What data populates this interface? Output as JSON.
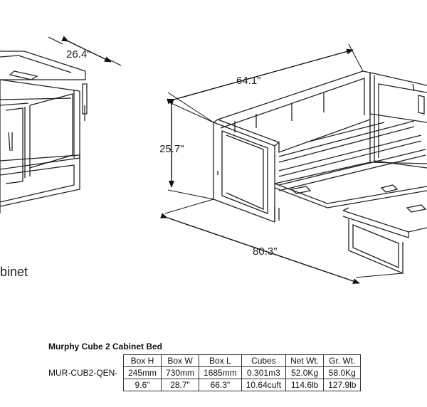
{
  "diagram": {
    "dims": {
      "depth_closed": "26.4\"",
      "length_top": "64.1\"",
      "height": "25.7\"",
      "length_bottom": "80.3\""
    },
    "caption_fragment": "binet"
  },
  "spec": {
    "title": "Murphy Cube 2 Cabinet Bed",
    "model": "MUR-CUB2-QEN-",
    "headers": [
      "Box H",
      "Box W",
      "Box L",
      "Cubes",
      "Net Wt.",
      "Gr. Wt."
    ],
    "rows": [
      [
        "245mm",
        "730mm",
        "1685mm",
        "0.301m3",
        "52.0Kg",
        "58.0Kg"
      ],
      [
        "9.6\"",
        "28.7\"",
        "66.3\"",
        "10.64cuft",
        "114.6lb",
        "127.9lb"
      ]
    ]
  }
}
